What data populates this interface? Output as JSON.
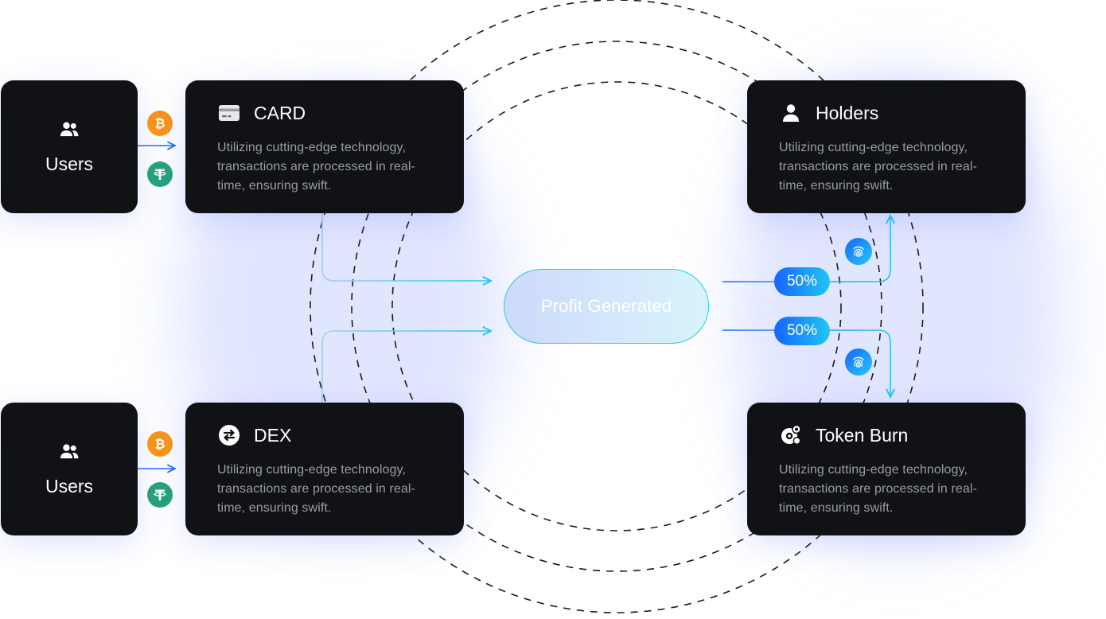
{
  "users_top": {
    "label": "Users",
    "icon": "users-icon"
  },
  "users_bottom": {
    "label": "Users",
    "icon": "users-icon"
  },
  "card": {
    "title": "CARD",
    "icon": "credit-card-icon",
    "description": "Utilizing cutting-edge technology, transactions are processed in real-time, ensuring swift."
  },
  "dex": {
    "title": "DEX",
    "icon": "swap-arrows-icon",
    "description": "Utilizing cutting-edge technology, transactions are processed in real-time, ensuring swift."
  },
  "holders": {
    "title": "Holders",
    "icon": "person-icon",
    "description": "Utilizing cutting-edge technology, transactions are processed in real-time, ensuring swift."
  },
  "token_burn": {
    "title": "Token Burn",
    "icon": "token-burn-icon",
    "description": "Utilizing cutting-edge technology, transactions are processed in real-time, ensuring swift."
  },
  "profit": {
    "label": "Profit Generated"
  },
  "split_top": {
    "label": "50%"
  },
  "split_bottom": {
    "label": "50%"
  },
  "coins": [
    "bitcoin-icon",
    "tether-icon"
  ],
  "colors": {
    "box_bg": "#111216",
    "accent_blue": "#1565ff",
    "accent_cyan": "#20c6f5",
    "bitcoin": "#f7931a",
    "tether": "#26a17b"
  }
}
